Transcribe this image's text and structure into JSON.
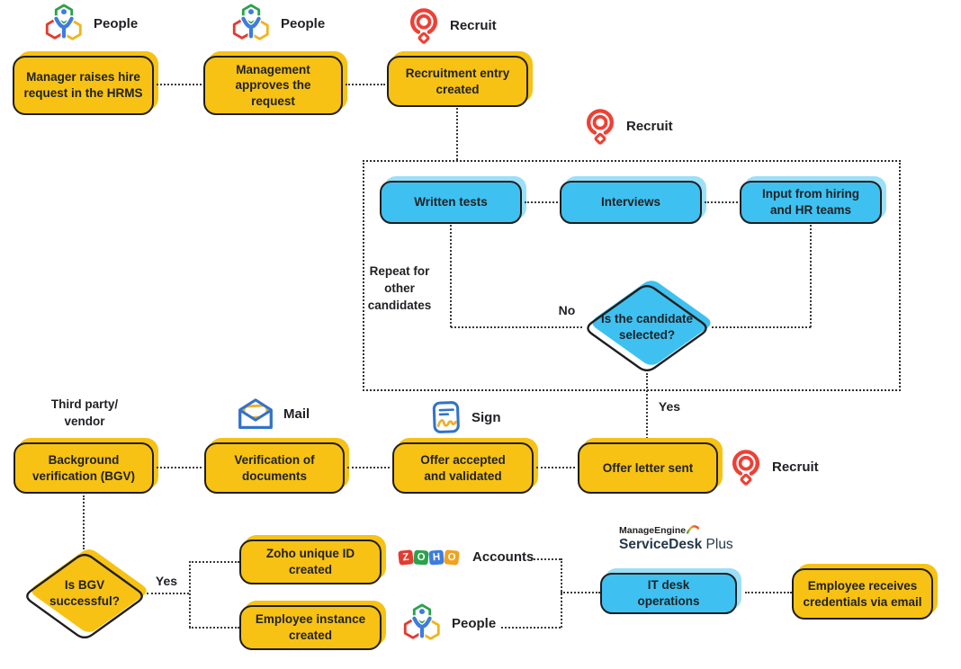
{
  "colors": {
    "node_yellow": "#F7C213",
    "node_blue": "#3EC1F0",
    "blue_shadow": "#9BDFF8",
    "node_border": "#1E1E1E",
    "recruit_red": "#EE4035",
    "connector": "#3A3A3A"
  },
  "products": {
    "people": "People",
    "recruit": "Recruit",
    "mail": "Mail",
    "sign": "Sign",
    "accounts": "Accounts",
    "zoho_letters": [
      "Z",
      "O",
      "H",
      "O"
    ],
    "manageengine": "ManageEngine",
    "servicedesk": "ServiceDesk",
    "plus": "Plus"
  },
  "nodes": {
    "manager_request": "Manager raises hire request in the HRMS",
    "management_approves": "Management approves the request",
    "recruitment_entry": "Recruitment entry created",
    "written_tests": "Written tests",
    "interviews": "Interviews",
    "input_hiring": "Input from hiring and HR teams",
    "candidate_selected": "Is the candidate selected?",
    "background_verification": "Background verification (BGV)",
    "verification_documents": "Verification of documents",
    "offer_accepted": "Offer accepted and validated",
    "offer_letter": "Offer letter sent",
    "bgv_successful": "Is BGV successful?",
    "zoho_id": "Zoho unique ID created",
    "employee_instance": "Employee instance created",
    "it_desk": "IT desk operations",
    "employee_credentials": "Employee receives credentials via email"
  },
  "labels": {
    "third_party": "Third party/\nvendor",
    "repeat": "Repeat for\nother\ncandidates",
    "no": "No",
    "yes": "Yes"
  }
}
